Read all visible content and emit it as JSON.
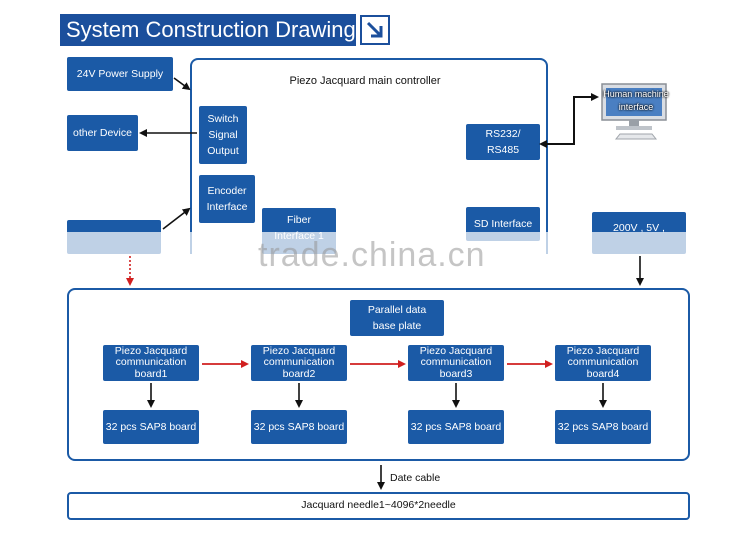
{
  "header": {
    "title": "System Construction Drawing",
    "icon": "arrow-down-right-icon"
  },
  "left_column": {
    "power_supply": "24V Power Supply",
    "other_device": "other Device"
  },
  "controller": {
    "title": "Piezo Jacquard main controller",
    "switch_output": "Switch\nSignal\nOutput",
    "encoder": "Encoder\nInterface",
    "fiber": "Fiber\nInterface 1",
    "rs232": "RS232/\nRS485",
    "sd": "SD Interface"
  },
  "hmi": {
    "label": "Human machine\ninterface"
  },
  "power_right": "200V , 5V ,",
  "watermark": "trade.china.cn",
  "base": {
    "parallel_plate": "Parallel data\nbase plate",
    "boards": [
      {
        "comm": "Piezo Jacquard\ncommunication\nboard1",
        "sap": "32 pcs SAP8 board"
      },
      {
        "comm": "Piezo Jacquard\ncommunication\nboard2",
        "sap": "32 pcs SAP8 board"
      },
      {
        "comm": "Piezo Jacquard\ncommunication\nboard3",
        "sap": "32 pcs SAP8 board"
      },
      {
        "comm": "Piezo Jacquard\ncommunication\nboard4",
        "sap": "32 pcs SAP8 board"
      }
    ]
  },
  "cable_label": "Date cable",
  "needle_bar": "Jacquard needle1~4096*2needle",
  "colors": {
    "block": "#1b5aa6",
    "title_bg": "#1b4f9c",
    "red_arrow": "#d11f1f",
    "black_arrow": "#111111"
  }
}
